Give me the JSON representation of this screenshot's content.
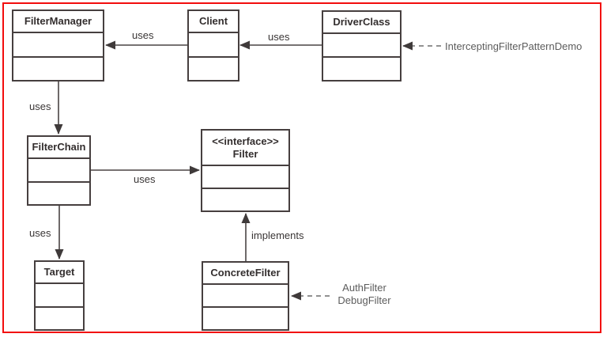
{
  "classes": {
    "filter_manager": {
      "name": "FilterManager"
    },
    "client": {
      "name": "Client"
    },
    "driver_class": {
      "name": "DriverClass"
    },
    "filter_chain": {
      "name": "FilterChain"
    },
    "filter": {
      "stereotype": "<<interface>>",
      "name": "Filter"
    },
    "target": {
      "name": "Target"
    },
    "concrete_filter": {
      "name": "ConcreteFilter"
    }
  },
  "edges": {
    "client_to_filter_manager": {
      "label": "uses",
      "style": "solid-arrow"
    },
    "driver_class_to_client": {
      "label": "uses",
      "style": "solid-arrow"
    },
    "filter_manager_to_filter_chain": {
      "label": "uses",
      "style": "solid-arrow"
    },
    "filter_chain_to_filter": {
      "label": "uses",
      "style": "solid-arrow"
    },
    "filter_chain_to_target": {
      "label": "uses",
      "style": "solid-arrow"
    },
    "concrete_filter_to_filter": {
      "label": "implements",
      "style": "solid-arrow"
    }
  },
  "annotations": {
    "driver_class_note": {
      "text": "InterceptingFilterPatternDemo",
      "style": "dashed-arrow"
    },
    "concrete_filter_note": {
      "lines": [
        "AuthFilter",
        "DebugFilter"
      ],
      "style": "dashed-arrow"
    }
  },
  "colors": {
    "frame": "#f20d0d",
    "box_border": "#463f3f",
    "class_text": "#332e2e",
    "label_text": "#3a3636",
    "annotation_text": "#5c5c5c",
    "connector": "#4a4444",
    "background": "#ffffff"
  }
}
